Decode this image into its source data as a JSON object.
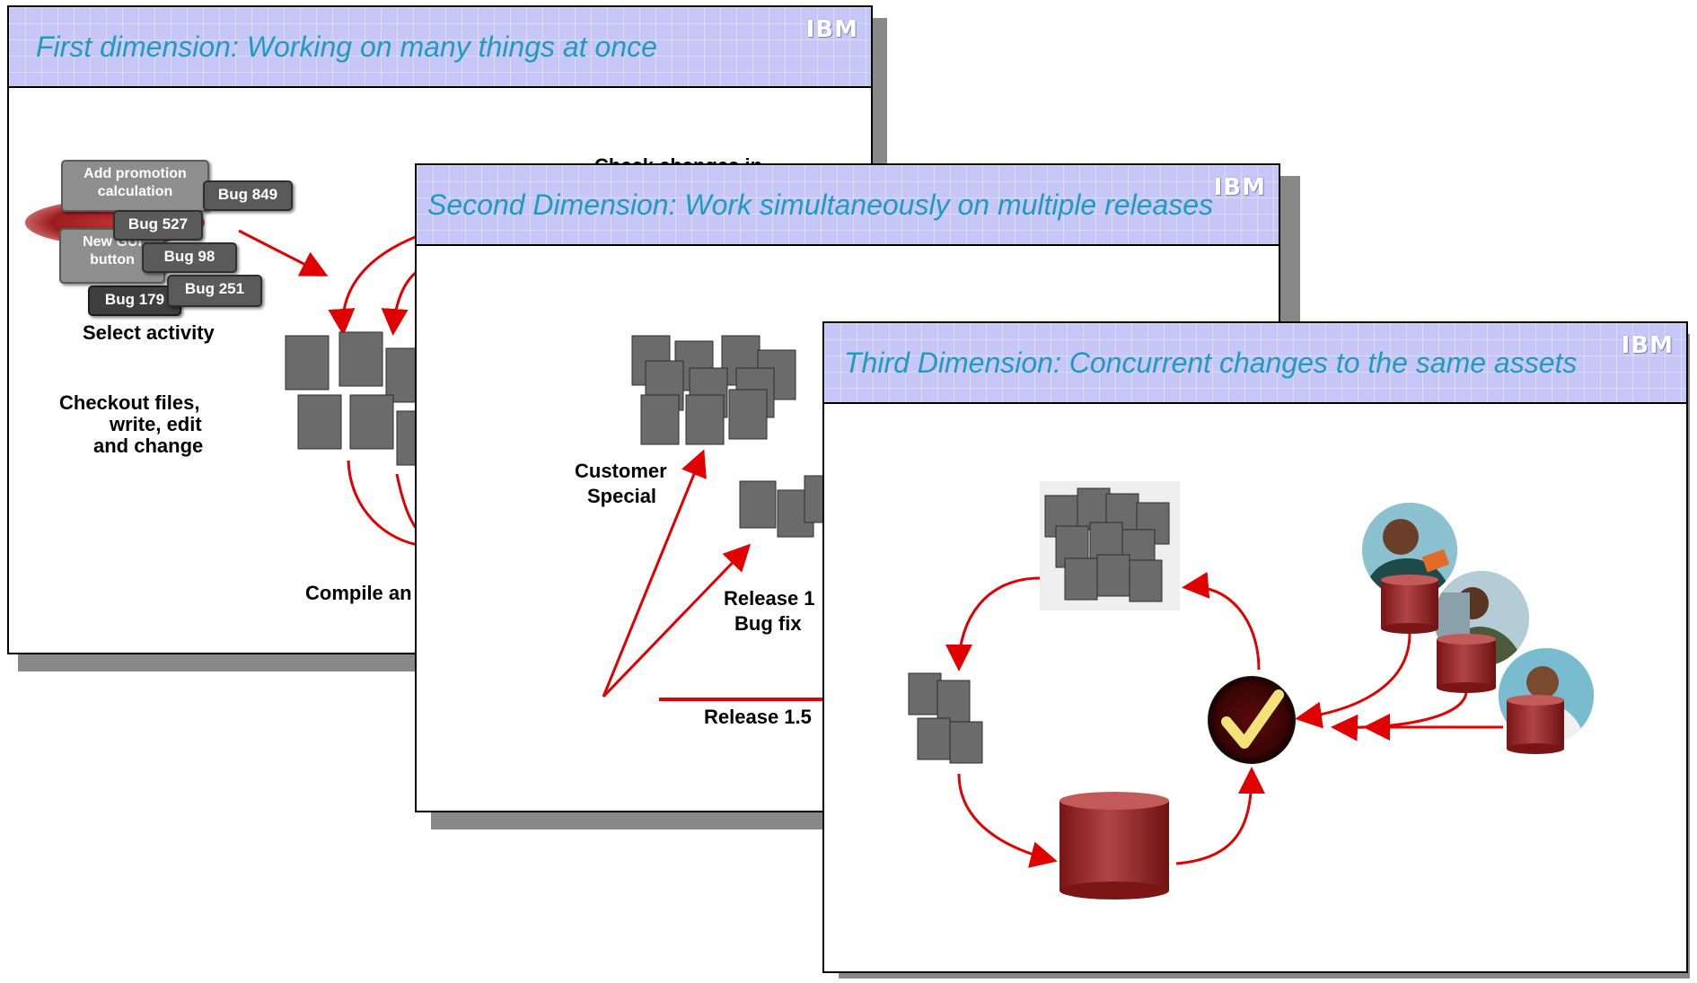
{
  "slides": [
    {
      "title": "First dimension: Working on many things at once",
      "logo": "IBM",
      "chips": [
        "Add promotion calculation",
        "Bug 849",
        "Bug 527",
        "New GUI button",
        "Bug 98",
        "Bug 179",
        "Bug 251"
      ],
      "labels": {
        "select_activity": "Select activity",
        "checkout": [
          "Checkout files,",
          "write, edit",
          "and change"
        ],
        "check_changes": "Check changes in",
        "compile": "Compile an"
      }
    },
    {
      "title": "Second Dimension: Work simultaneously on multiple releases",
      "logo": "IBM",
      "labels": {
        "customer_special": [
          "Customer",
          "Special"
        ],
        "release_bugfix": [
          "Release 1",
          "Bug fix"
        ],
        "release_15": "Release 1.5"
      }
    },
    {
      "title": "Third Dimension: Concurrent changes to the same assets",
      "logo": "IBM"
    }
  ],
  "colors": {
    "header_bg": "#c6c6f7",
    "title_text": "#1f9bc0",
    "arrow": "#e00000",
    "cylinder": "#8f1f1f"
  },
  "icons": [
    "document-stack-icon",
    "database-cylinder-icon",
    "checkmark-approval-icon",
    "person-photo-icon"
  ]
}
